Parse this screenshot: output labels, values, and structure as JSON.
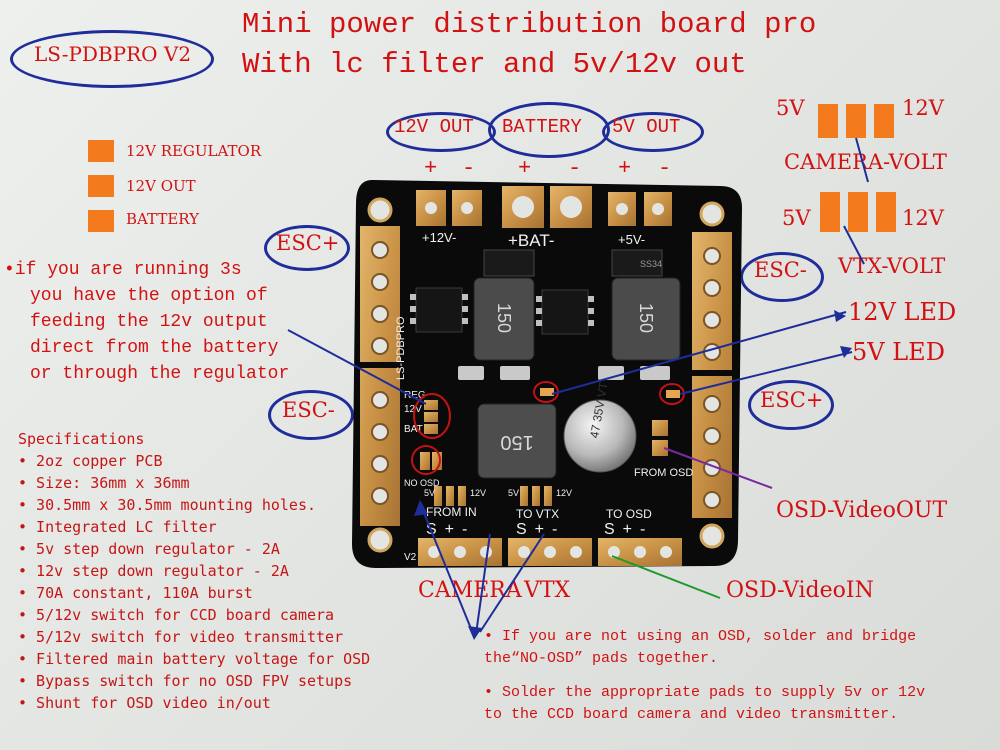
{
  "header": {
    "model_label": "LS-PDBPRO V2",
    "title_line1": "Mini power distribution board pro",
    "title_line2": "With lc filter and 5v/12v out"
  },
  "legend": [
    {
      "label": "12V REGULATOR"
    },
    {
      "label": "12V OUT"
    },
    {
      "label": "BATTERY"
    }
  ],
  "top_labels": {
    "out12": "12V OUT",
    "battery": "BATTERY",
    "out5": "5V OUT",
    "polarity": [
      "+",
      "-",
      "+",
      "-",
      "+",
      "-"
    ]
  },
  "camera_volt": {
    "left": "5V",
    "right": "12V",
    "label": "CAMERA-VOLT"
  },
  "vtx_volt": {
    "left": "5V",
    "right": "12V",
    "label": "VTX-VOLT"
  },
  "led_labels": {
    "led12": "12V LED",
    "led5": "5V LED"
  },
  "esc": {
    "tl": "ESC+",
    "tr": "ESC-",
    "bl": "ESC-",
    "br": "ESC+"
  },
  "note_3s": [
    "•if you are running 3s",
    "you have the option of",
    "feeding the 12v output",
    "direct from the battery",
    "or through the regulator"
  ],
  "specs": [
    "Specifications",
    "• 2oz copper PCB",
    "• Size: 36mm x 36mm",
    "• 30.5mm x 30.5mm mounting holes.",
    "• Integrated LC filter",
    "• 5v step down regulator - 2A",
    "• 12v step down regulator - 2A",
    "• 70A constant, 110A burst",
    "• 5/12v switch for CCD board camera",
    "• 5/12v switch for video transmitter",
    "• Filtered main battery voltage for OSD",
    "• Bypass switch for no OSD FPV setups",
    "• Shunt for OSD video in/out"
  ],
  "bottom_labels": {
    "camera": "CAMERA",
    "vtx": "VTX",
    "osd_in": "OSD-VideoIN",
    "osd_out": "OSD-VideoOUT"
  },
  "notes_bottom": [
    "• If you are not using an OSD, solder and bridge",
    "the“NO-OSD” pads together.",
    "• Solder the appropriate pads to supply 5v or 12v",
    "to the CCD board camera and video transmitter."
  ],
  "board": {
    "silk_12v": "+12V-",
    "silk_bat": "+BAT-",
    "silk_5v": "+5V-",
    "silk_brand": "LS-PDBPRO",
    "silk_reg": "REG",
    "silk_12v_side": "12V",
    "silk_bat_side": "BAT",
    "silk_no_osd": "NO OSD",
    "inductor_text": "150",
    "cap_text": "47\n35V\nVT",
    "ic_text": "SS34",
    "from_osd": "FROM\nOSD",
    "pad_12v": "12V",
    "pad_5v": "5V",
    "pad_5v_b": "5V",
    "pad_12v_b": "12V",
    "from_in": "FROM IN",
    "to_vtx": "TO VTX",
    "to_osd": "TO OSD",
    "pins_a": "S+-",
    "pins_b": "S+-",
    "pins_c": "S+-",
    "v2": "V2"
  }
}
